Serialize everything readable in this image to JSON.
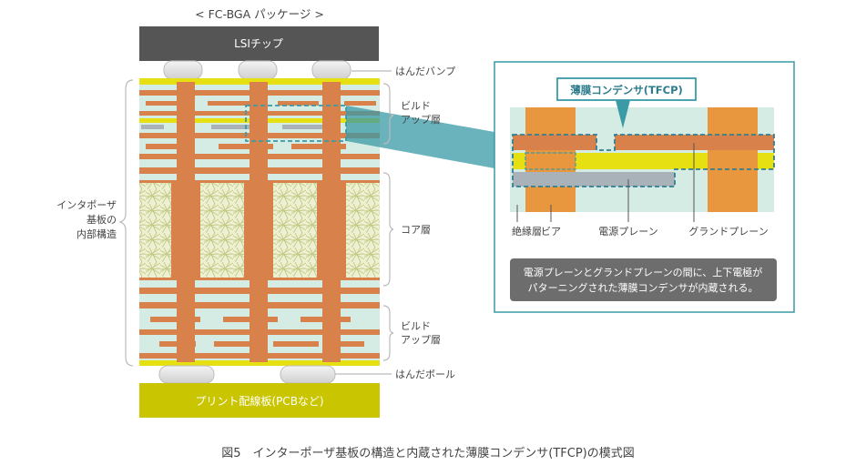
{
  "title": "< FC-BGA パッケージ >",
  "chip_label": "LSIチップ",
  "pcb_label": "プリント配線板(PCBなど)",
  "left_label_lines": [
    "インタポーザ",
    "基板の",
    "内部構造"
  ],
  "right_labels": {
    "solder_bump": "はんだバンプ",
    "buildup_top": [
      "ビルド",
      "アップ層"
    ],
    "core": "コア層",
    "buildup_bottom": [
      "ビルド",
      "アップ層"
    ],
    "solder_ball": "はんだボール"
  },
  "detail": {
    "tfcp_label": "薄膜コンデンサ(TFCP)",
    "labels": {
      "insulation": "絶縁層",
      "via": "ビア",
      "power_plane": "電源プレーン",
      "ground_plane": "グランドプレーン"
    },
    "note_lines": [
      "電源プレーンとグランドプレーンの間に、上下電極が",
      "パターニングされた薄膜コンデンサが内蔵される。"
    ]
  },
  "caption": "図5　インターポーザ基板の構造と内蔵された薄膜コンデンサ(TFCP)の模式図",
  "colors": {
    "chip": "#555555",
    "copper": "#d9814a",
    "via": "#e8973e",
    "insulator": "#d5ece4",
    "yellow_layer": "#e6df12",
    "pcb": "#c9c500",
    "core_fiber": "#c9d08a",
    "tfcp_gray": "#a9b2b8",
    "teal": "#3a9aa6",
    "note_bg": "#6d6d6d"
  }
}
